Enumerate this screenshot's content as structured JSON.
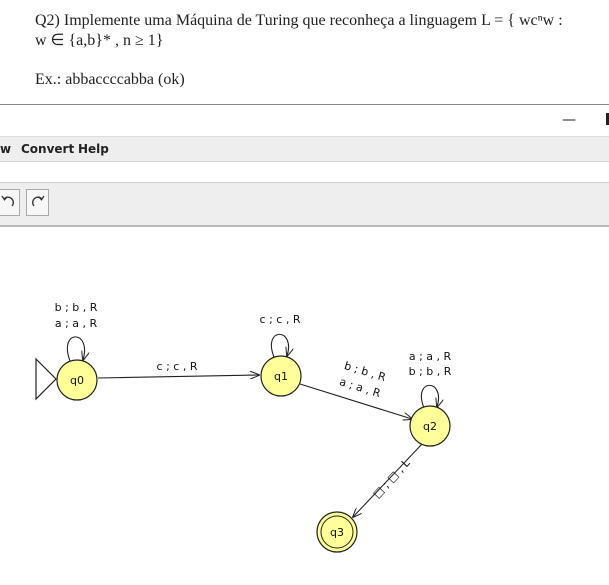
{
  "question": {
    "line1": "Q2) Implemente uma Máquina de Turing que reconheça a linguagem L = { wcⁿw :",
    "line2": "w ∈ {a,b}* , n ≥ 1}",
    "example": "Ex.: abbaccccabba (ok)"
  },
  "window": {
    "minimize_label": "—"
  },
  "menu": {
    "items": [
      "w",
      "Convert",
      "Help"
    ]
  },
  "toolbar": {
    "undo_icon": "undo-icon",
    "redo_icon": "redo-icon"
  },
  "colors": {
    "state_fill": "#ffff99",
    "state_stroke": "#222222",
    "toolbar_bg": "#eeeeee"
  },
  "automaton": {
    "states": [
      {
        "id": "q0",
        "label": "q0",
        "initial": true,
        "final": false
      },
      {
        "id": "q1",
        "label": "q1",
        "initial": false,
        "final": false
      },
      {
        "id": "q2",
        "label": "q2",
        "initial": false,
        "final": false
      },
      {
        "id": "q3",
        "label": "q3",
        "initial": false,
        "final": true
      }
    ],
    "transitions": {
      "q0_loop": [
        "b ; b , R",
        "a ; a , R"
      ],
      "q0_q1": [
        "c ; c , R"
      ],
      "q1_loop": [
        "c ; c , R"
      ],
      "q1_q2": [
        "b ; b , R",
        "a ; a , R"
      ],
      "q2_loop": [
        "a ; a , R",
        "b ; b , R"
      ],
      "q2_q3": [
        "□ ; □ , L"
      ]
    }
  }
}
